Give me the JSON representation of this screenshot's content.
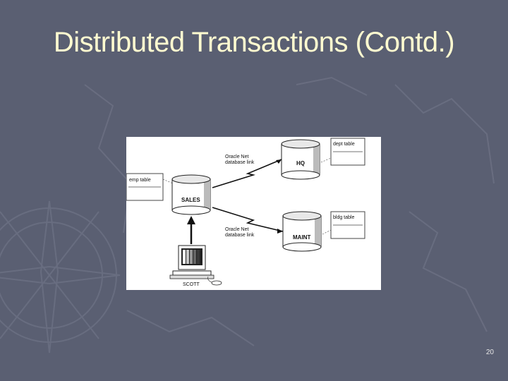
{
  "slide": {
    "title": "Distributed Transactions (Contd.)",
    "page_number": "20"
  },
  "diagram": {
    "databases": {
      "sales": "SALES",
      "hq": "HQ",
      "maint": "MAINT"
    },
    "tables": {
      "emp": "emp table",
      "dept": "dept table",
      "bldg": "bldg table"
    },
    "links": {
      "upper": [
        "Oracle Net",
        "database link"
      ],
      "lower": [
        "Oracle Net",
        "database link"
      ]
    },
    "client_label": "SCOTT"
  },
  "icons": [
    "compass-rose-decoration",
    "terminal-icon",
    "mouse-icon",
    "lightning-link-icon"
  ]
}
